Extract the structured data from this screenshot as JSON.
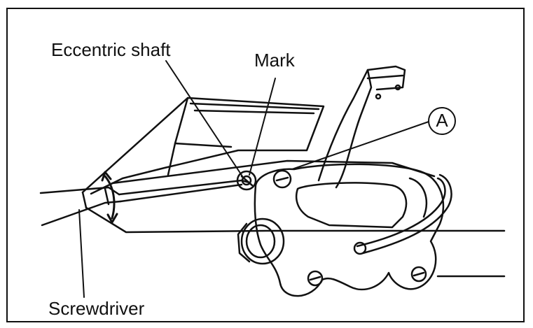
{
  "labels": {
    "eccentric_shaft": "Eccentric shaft",
    "mark": "Mark",
    "callout_a": "A",
    "screwdriver": "Screwdriver"
  },
  "colors": {
    "ink": "#111111",
    "paper": "#ffffff"
  }
}
